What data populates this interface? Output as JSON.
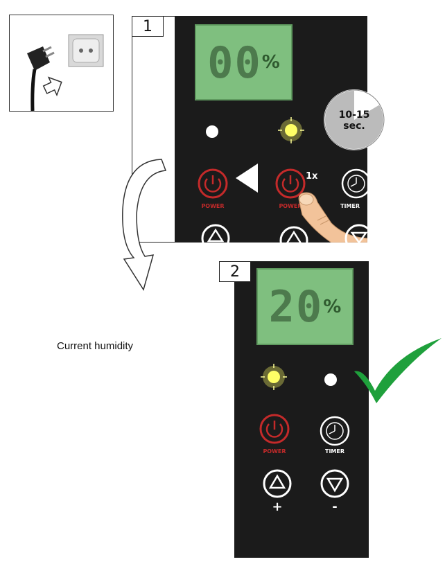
{
  "step1": {
    "number": "1",
    "display_value": "00",
    "display_unit": "%",
    "timer_badge": "10-15\nsec.",
    "press_count": "1x"
  },
  "step2": {
    "number": "2",
    "display_value": "20",
    "display_unit": "%"
  },
  "buttons": {
    "power_label": "POWER",
    "timer_label": "TIMER",
    "plus_label": "+",
    "minus_label": "-"
  },
  "captions": {
    "current_humidity": "Current humidity"
  },
  "icons": [
    "plug-socket-icon",
    "power-icon",
    "timer-icon",
    "up-arrow-icon",
    "down-arrow-icon",
    "indicator-light-icon",
    "finger-press-icon",
    "check-mark-icon",
    "curved-arrow-icon"
  ],
  "colors": {
    "panel": "#1b1b1b",
    "lcd": "#7fbf7f",
    "power_red": "#c42a2a",
    "indicator_yellow": "#ffff66",
    "check_green": "#1fa03c"
  }
}
